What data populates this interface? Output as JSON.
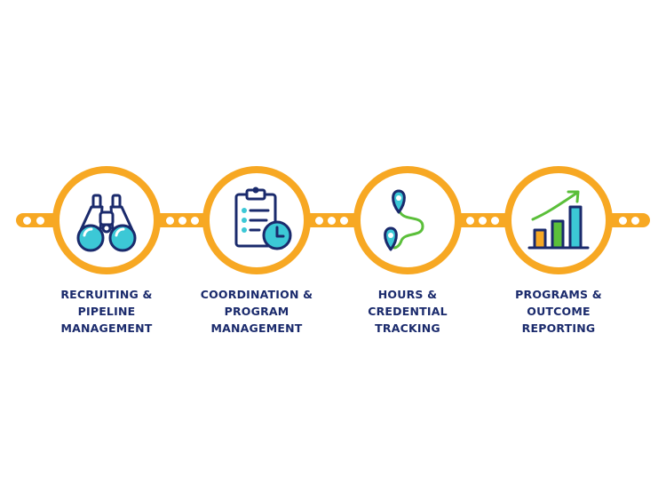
{
  "steps": [
    {
      "icon": "binoculars-icon",
      "lines": [
        "RECRUITING &",
        "PIPELINE",
        "MANAGEMENT"
      ]
    },
    {
      "icon": "clipboard-clock-icon",
      "lines": [
        "COORDINATION &",
        "PROGRAM",
        "MANAGEMENT"
      ]
    },
    {
      "icon": "map-route-icon",
      "lines": [
        "HOURS &",
        "CREDENTIAL",
        "TRACKING"
      ]
    },
    {
      "icon": "growth-chart-icon",
      "lines": [
        "PROGRAMS &",
        "OUTCOME",
        "REPORTING"
      ]
    }
  ],
  "colors": {
    "accent": "#f7a823",
    "navy": "#1a2a6c",
    "teal": "#3cc8d6",
    "green": "#5bbf3a"
  }
}
